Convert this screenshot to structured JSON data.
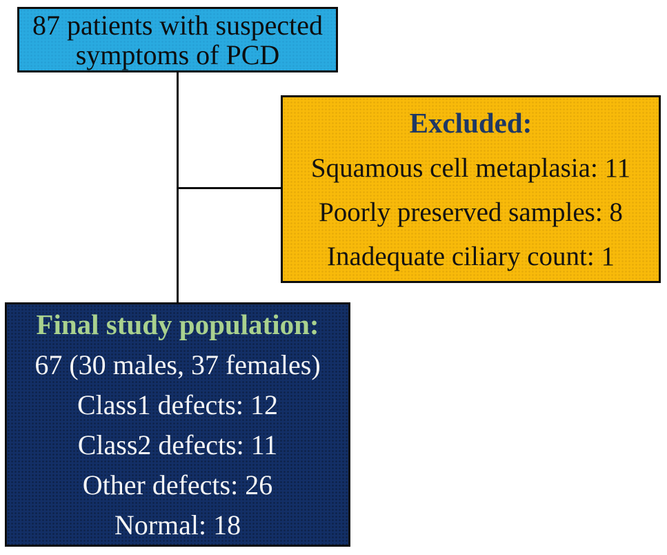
{
  "flowchart": {
    "top_box": {
      "lines": [
        "87 patients with suspected",
        "symptoms of PCD"
      ],
      "fill": "#29aae0",
      "text_color": "#0d0d0d"
    },
    "excluded_box": {
      "title": "Excluded:",
      "items": [
        "Squamous cell metaplasia: 11",
        "Poorly preserved samples: 8",
        "Inadequate ciliary count: 1"
      ],
      "fill": "#f8ba0a",
      "title_color": "#1f3864",
      "text_color": "#121212"
    },
    "final_box": {
      "title": "Final study population:",
      "items": [
        "67 (30 males, 37 females)",
        "Class1 defects: 12",
        "Class2 defects: 11",
        "Other defects: 26",
        "Normal: 18"
      ],
      "fill": "#132f66",
      "title_color": "#a9d18e",
      "text_color": "#f5f5f5"
    },
    "connector_color": "#0d0d0d"
  }
}
